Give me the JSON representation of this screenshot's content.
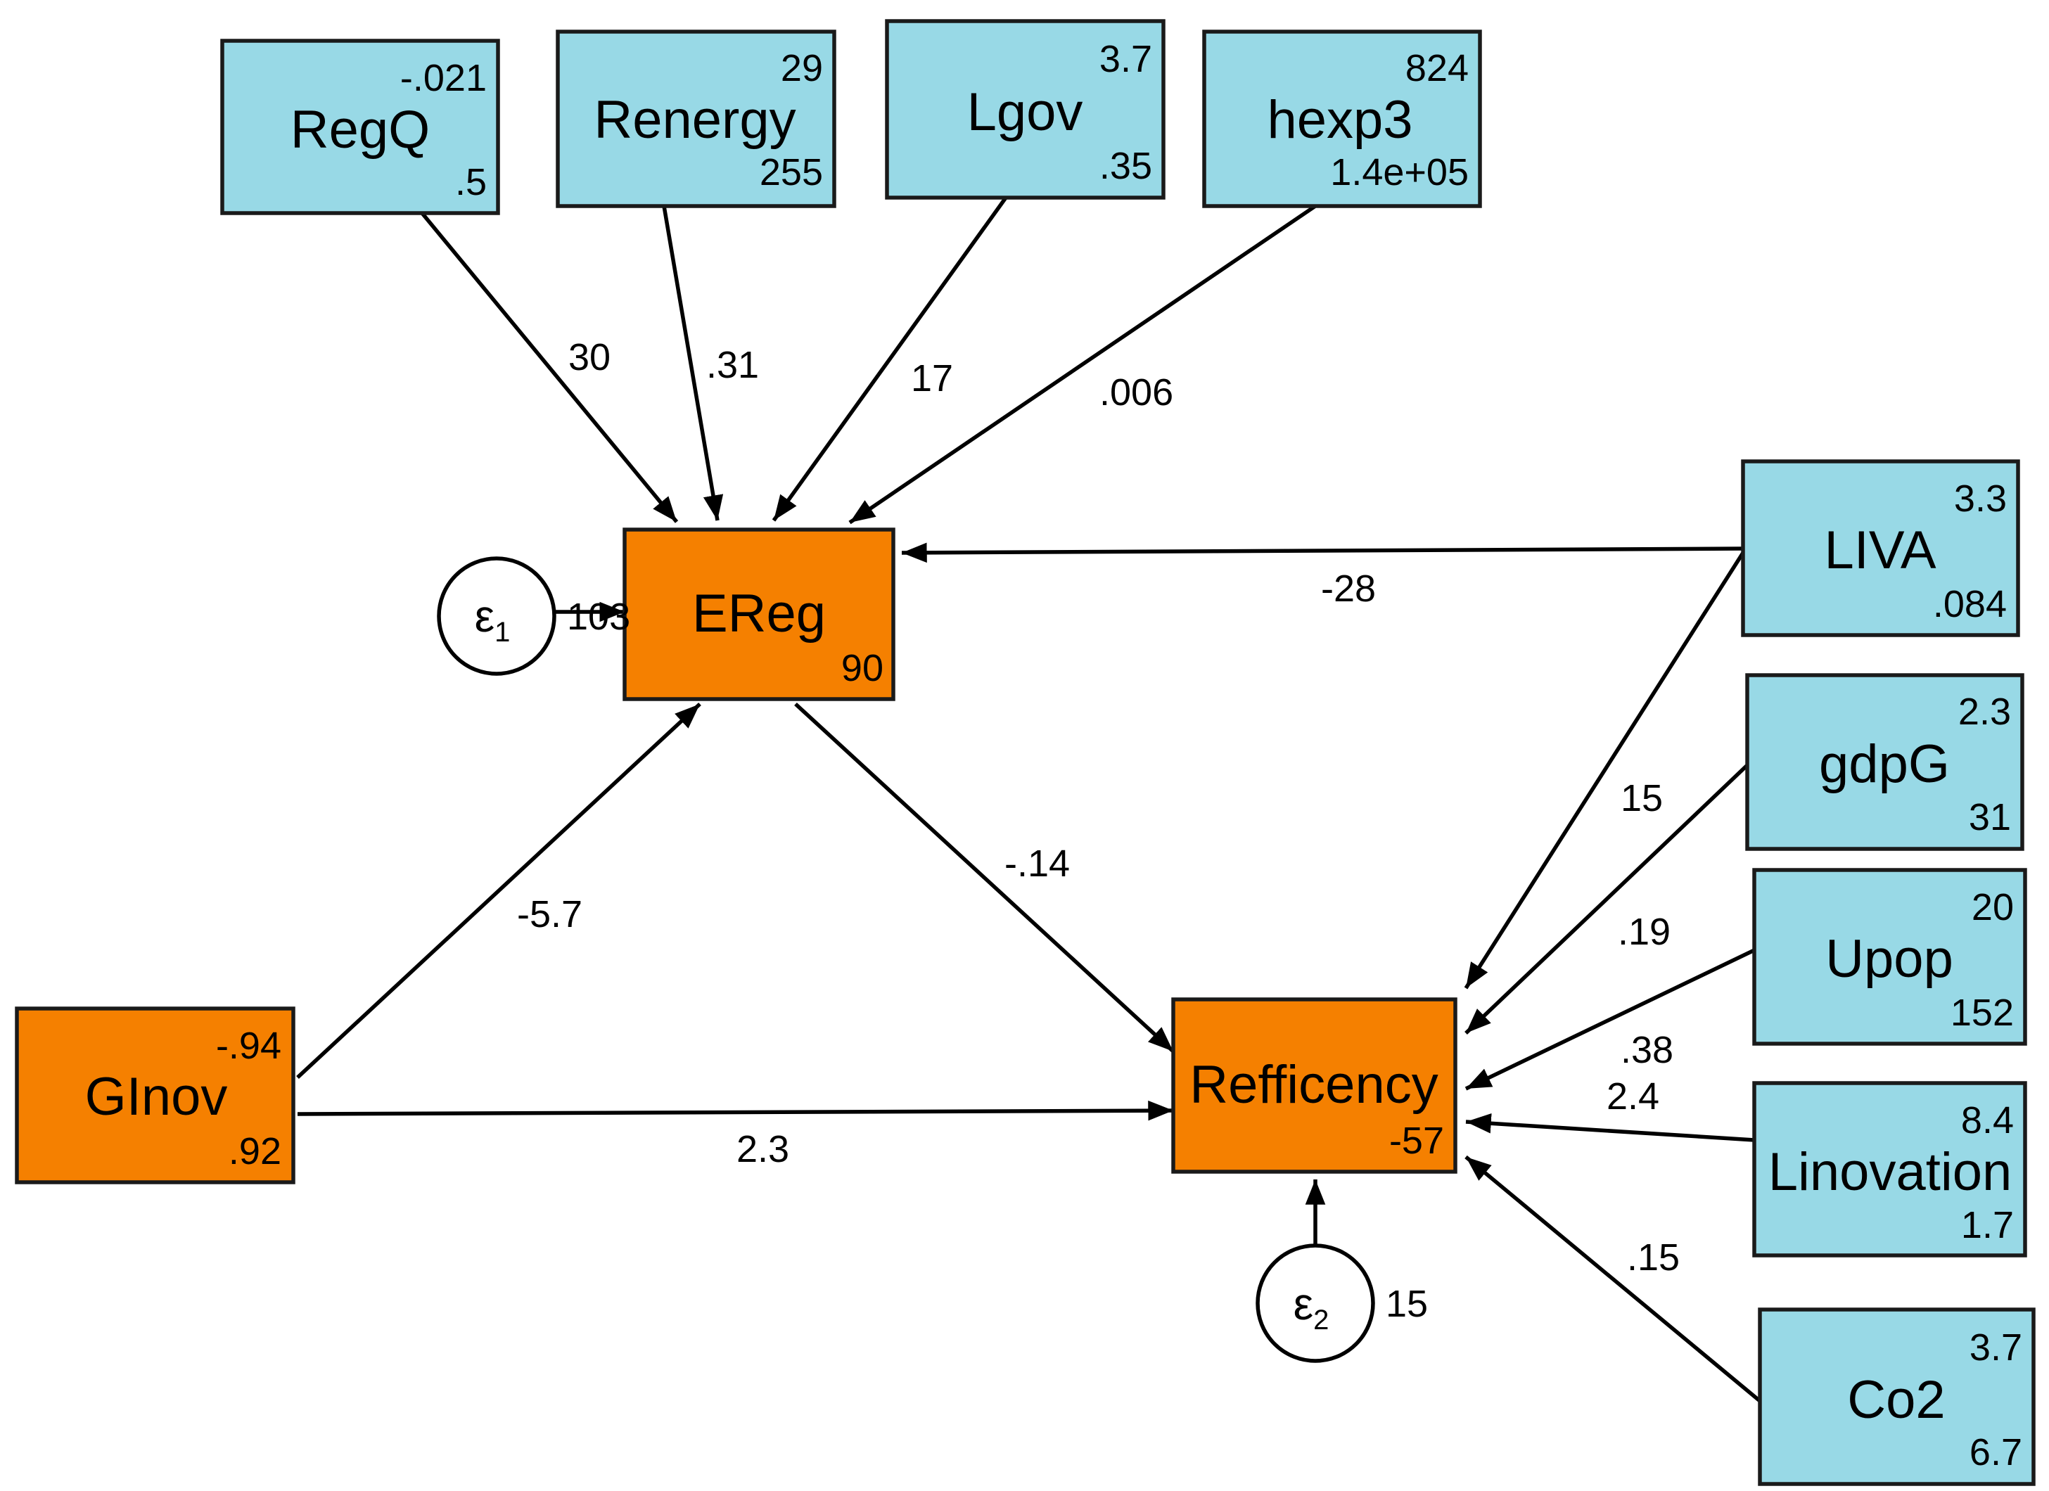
{
  "colors": {
    "observed_exogenous": "#98d9e6",
    "endogenous": "#f58000",
    "stroke": "#1a1a1a",
    "background": "#ffffff"
  },
  "nodes": {
    "regq": {
      "name": "RegQ",
      "top": "-.021",
      "bottom": ".5"
    },
    "renergy": {
      "name": "Renergy",
      "top": "29",
      "bottom": "255"
    },
    "lgov": {
      "name": "Lgov",
      "top": "3.7",
      "bottom": ".35"
    },
    "hexp3": {
      "name": "hexp3",
      "top": "824",
      "bottom": "1.4e+05"
    },
    "liva": {
      "name": "LIVA",
      "top": "3.3",
      "bottom": ".084"
    },
    "gdpg": {
      "name": "gdpG",
      "top": "2.3",
      "bottom": "31"
    },
    "upop": {
      "name": "Upop",
      "top": "20",
      "bottom": "152"
    },
    "linovation": {
      "name": "Linovation",
      "top": "8.4",
      "bottom": "1.7"
    },
    "co2": {
      "name": "Co2",
      "top": "3.7",
      "bottom": "6.7"
    },
    "ereg": {
      "name": "EReg",
      "bottom": "90"
    },
    "refficency": {
      "name": "Refficency",
      "bottom": "-57"
    },
    "glnov": {
      "name": "GInov",
      "top": "-.94",
      "bottom": ".92"
    }
  },
  "errors": {
    "e1": {
      "symbol": "ε",
      "sub": "1",
      "variance": "103"
    },
    "e2": {
      "symbol": "ε",
      "sub": "2",
      "variance": "15"
    }
  },
  "paths": {
    "regq_ereg": "30",
    "renergy_ereg": ".31",
    "lgov_ereg": "17",
    "hexp3_ereg": ".006",
    "liva_ereg": "-28",
    "glnov_ereg": "-5.7",
    "ereg_refficency": "-.14",
    "glnov_refficency": "2.3",
    "liva_refficency": "15",
    "gdpg_refficency": ".19",
    "upop_refficency": ".38",
    "linovation_refficency": "2.4",
    "co2_refficency": ".15"
  }
}
